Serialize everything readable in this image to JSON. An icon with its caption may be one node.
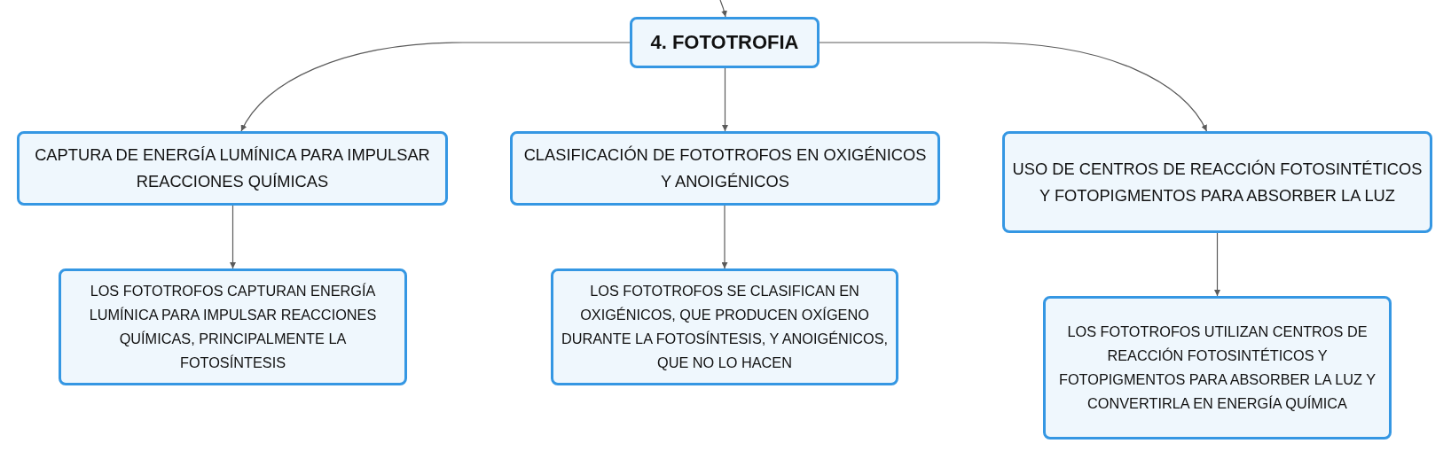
{
  "diagram": {
    "nodes": [
      {
        "text": [
          "4. FOTOTROFIA"
        ]
      },
      {
        "text": [
          "CAPTURA DE ENERGÍA LUMÍNICA PARA IMPULSAR REACCIONES QUÍMICAS"
        ]
      },
      {
        "text": [
          "CLASIFICACIÓN DE FOTOTROFOS EN OXIGÉNICOS Y ANOIGÉNICOS"
        ]
      },
      {
        "text": [
          "USO DE CENTROS DE REACCIÓN FOTOSINTÉTICOS Y FOTOPIGMENTOS PARA ABSORBER LA LUZ"
        ]
      },
      {
        "text": [
          "LOS FOTOTROFOS CAPTURAN ENERGÍA LUMÍNICA PARA IMPULSAR REACCIONES QUÍMICAS, PRINCIPALMENTE LA FOTOSÍNTESIS"
        ]
      },
      {
        "text": [
          "LOS FOTOTROFOS SE CLASIFICAN EN OXIGÉNICOS, QUE PRODUCEN OXÍGENO DURANTE LA FOTOSÍNTESIS, Y ANOIGÉNICOS, QUE NO LO HACEN"
        ]
      },
      {
        "text": [
          "LOS FOTOTROFOS UTILIZAN CENTROS DE REACCIÓN FOTOSINTÉTICOS Y FOTOPIGMENTOS PARA ABSORBER LA LUZ Y CONVERTIRLA EN ENERGÍA QUÍMICA"
        ]
      }
    ],
    "edges": [
      {
        "from": null,
        "to": 0,
        "arrow": "to"
      },
      {
        "from": 0,
        "to": 1,
        "arrow": "to"
      },
      {
        "from": 0,
        "to": 2,
        "arrow": "to"
      },
      {
        "from": 0,
        "to": 3,
        "arrow": "to"
      },
      {
        "from": 1,
        "to": 4,
        "arrow": "to"
      },
      {
        "from": 2,
        "to": 5,
        "arrow": "to"
      },
      {
        "from": 3,
        "to": 6,
        "arrow": "to"
      }
    ]
  }
}
